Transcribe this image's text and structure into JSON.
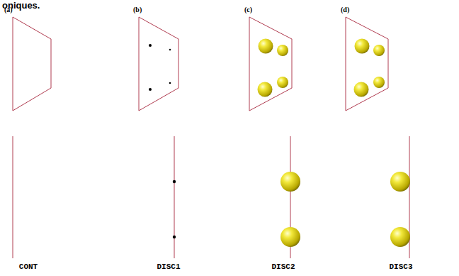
{
  "diagram": {
    "labels": [
      "oniques.",
      "(a)",
      "(b)",
      "(c)",
      "(d)",
      "CONT",
      "DISC1",
      "DISC2",
      "DISC3"
    ]
  }
}
